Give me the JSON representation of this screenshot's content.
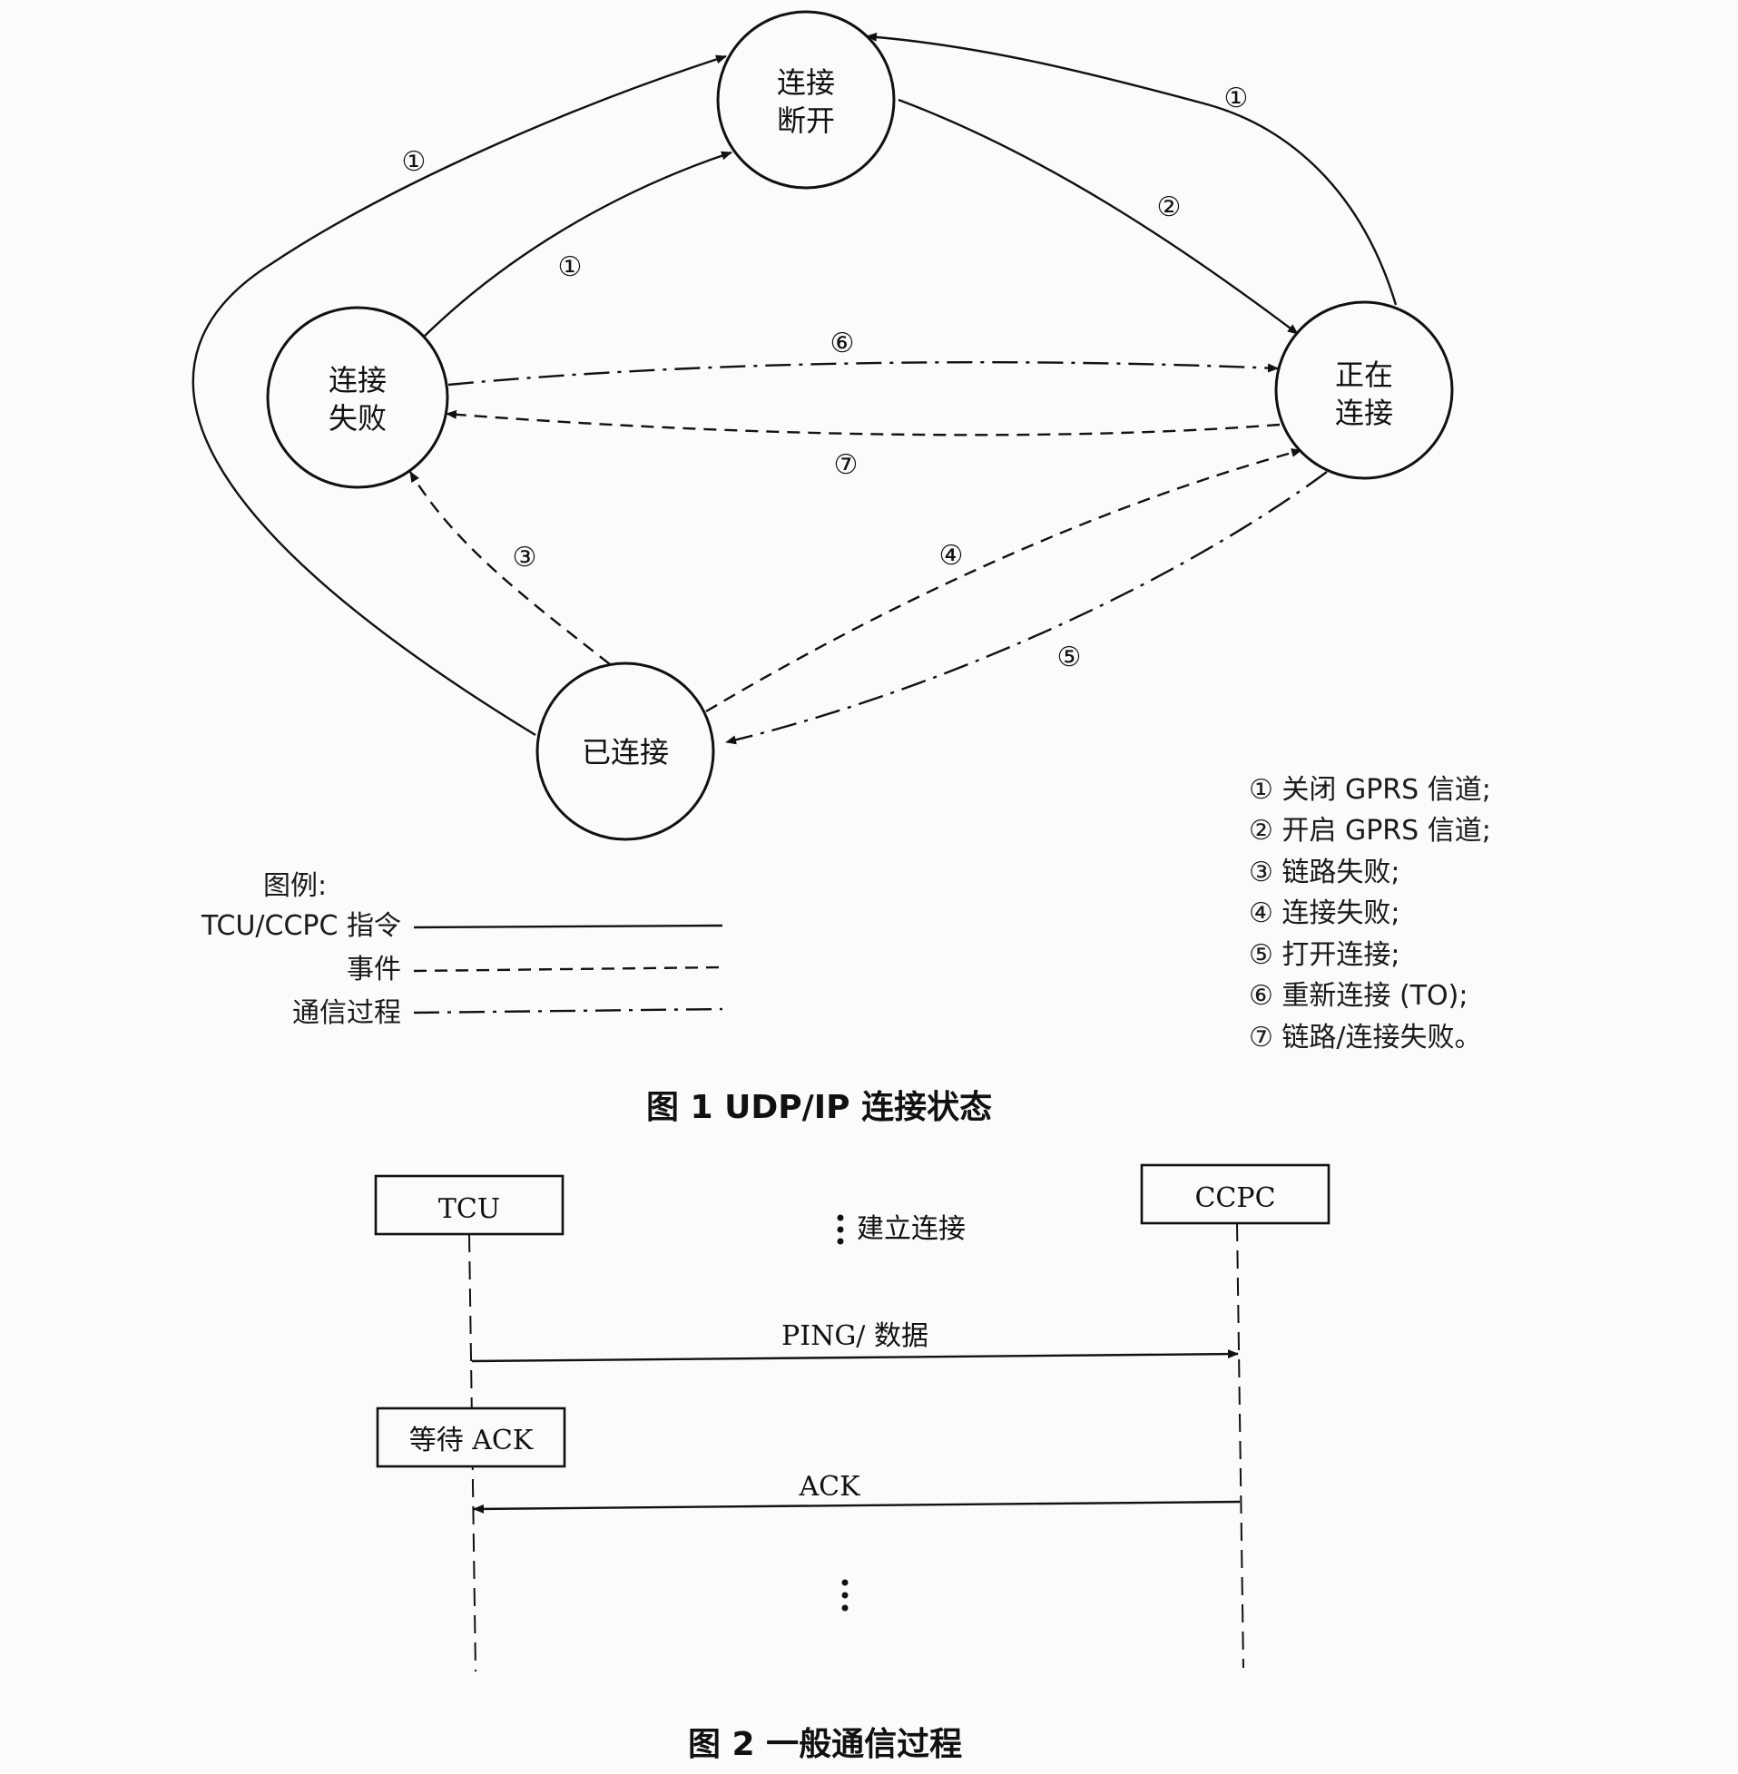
{
  "figure1": {
    "caption": "图 1   UDP/IP 连接状态",
    "states": {
      "disconnected": [
        "连接",
        "断开"
      ],
      "connecting": [
        "正在",
        "连接"
      ],
      "failed": [
        "连接",
        "失败"
      ],
      "connected": [
        "已连接"
      ]
    },
    "markers": {
      "m1a": "①",
      "m1b": "①",
      "m1c": "①",
      "m2": "②",
      "m3": "③",
      "m4": "④",
      "m5": "⑤",
      "m6": "⑥",
      "m7": "⑦"
    },
    "legend": {
      "title": "图例:",
      "command": "TCU/CCPC 指令",
      "event": "事件",
      "comm": "通信过程"
    },
    "notes": [
      "① 关闭 GPRS 信道;",
      "② 开启 GPRS 信道;",
      "③ 链路失败;",
      "④ 连接失败;",
      "⑤ 打开连接;",
      "⑥ 重新连接 (TO);",
      "⑦ 链路/连接失败。"
    ]
  },
  "figure2": {
    "caption": "图 2   一般通信过程",
    "tcu": "TCU",
    "ccpc": "CCPC",
    "establish": "建立连接",
    "ping": "PING/ 数据",
    "wait_ack": "等待 ACK",
    "ack": "ACK"
  }
}
